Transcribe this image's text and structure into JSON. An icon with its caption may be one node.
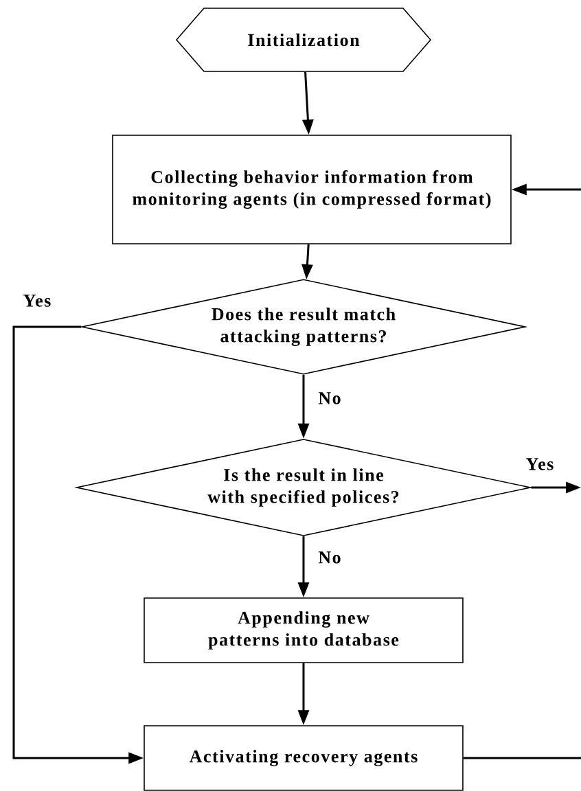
{
  "diagram": {
    "nodes": [
      {
        "text": [
          "Initialization"
        ]
      },
      {
        "text": [
          "Collecting behavior information from monitoring agents (in compressed format)"
        ]
      },
      {
        "text": [
          "Does the result match attacking patterns?"
        ]
      },
      {
        "text": [
          "Is the result in line with specified polices?"
        ]
      },
      {
        "text": [
          "Appending new patterns into database"
        ]
      },
      {
        "text": [
          "Activating recovery agents"
        ]
      }
    ],
    "edges": [
      {
        "from": 0,
        "to": 1,
        "arrow": "to"
      },
      {
        "from": 1,
        "to": 2,
        "arrow": "to"
      },
      {
        "from": 2,
        "to": 5,
        "arrow": "to",
        "label": "Yes"
      },
      {
        "from": 2,
        "to": 3,
        "arrow": "to",
        "label": "No"
      },
      {
        "from": 3,
        "to": null,
        "arrow": "to",
        "label": "Yes"
      },
      {
        "from": 3,
        "to": 4,
        "arrow": "to",
        "label": "No"
      },
      {
        "from": 4,
        "to": 5,
        "arrow": "to"
      },
      {
        "from": 5,
        "to": null,
        "arrow": "none"
      },
      {
        "from": null,
        "to": 1,
        "arrow": "to"
      }
    ]
  }
}
